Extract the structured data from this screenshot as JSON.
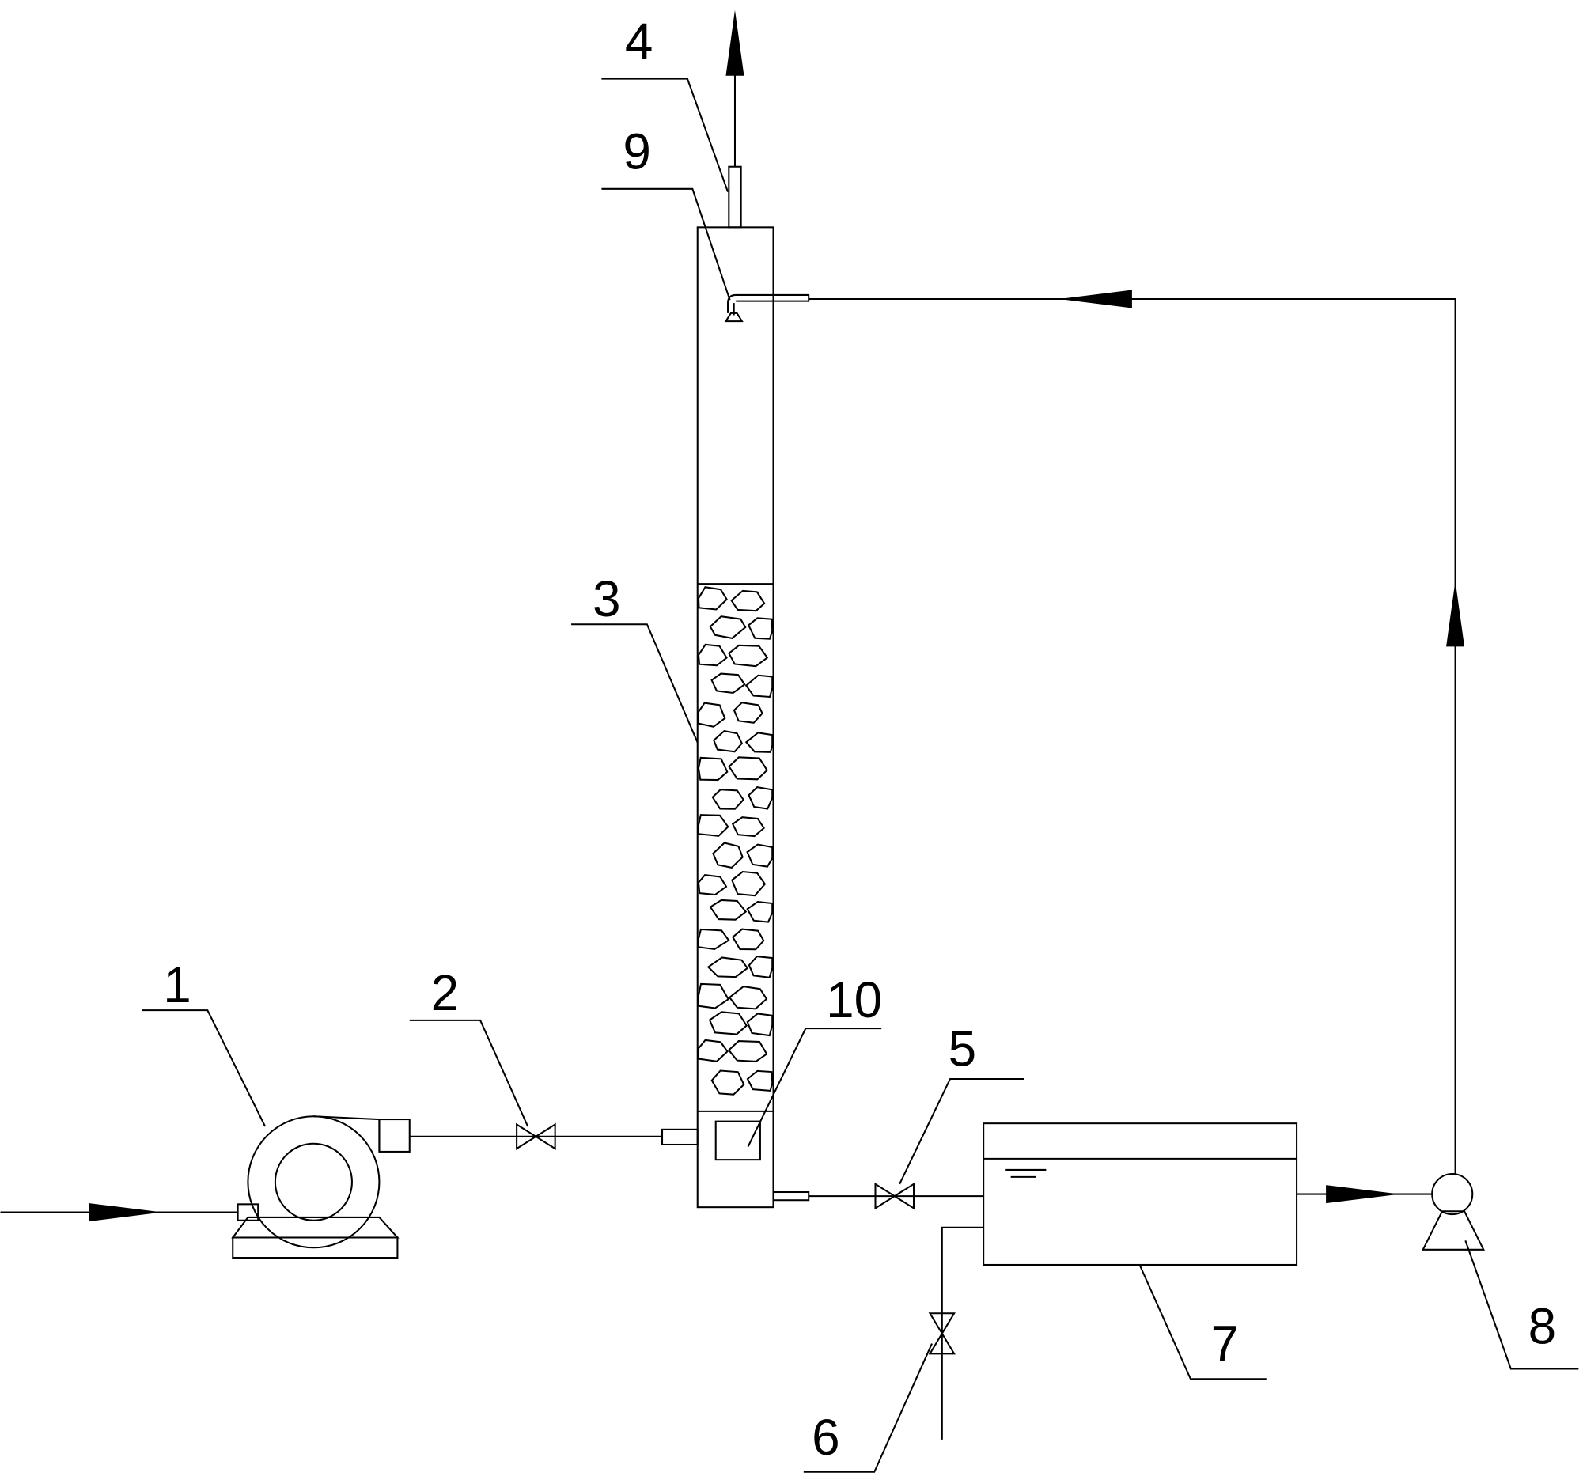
{
  "labels": {
    "motor": "1",
    "inlet_valve": "2",
    "packing": "3",
    "top_outlet": "4",
    "outlet_valve": "5",
    "drain_valve": "6",
    "tank": "7",
    "pump": "8",
    "spray_nozzle": "9",
    "bottom_device": "10"
  },
  "colors": {
    "line": "#000000",
    "background": "#ffffff"
  }
}
